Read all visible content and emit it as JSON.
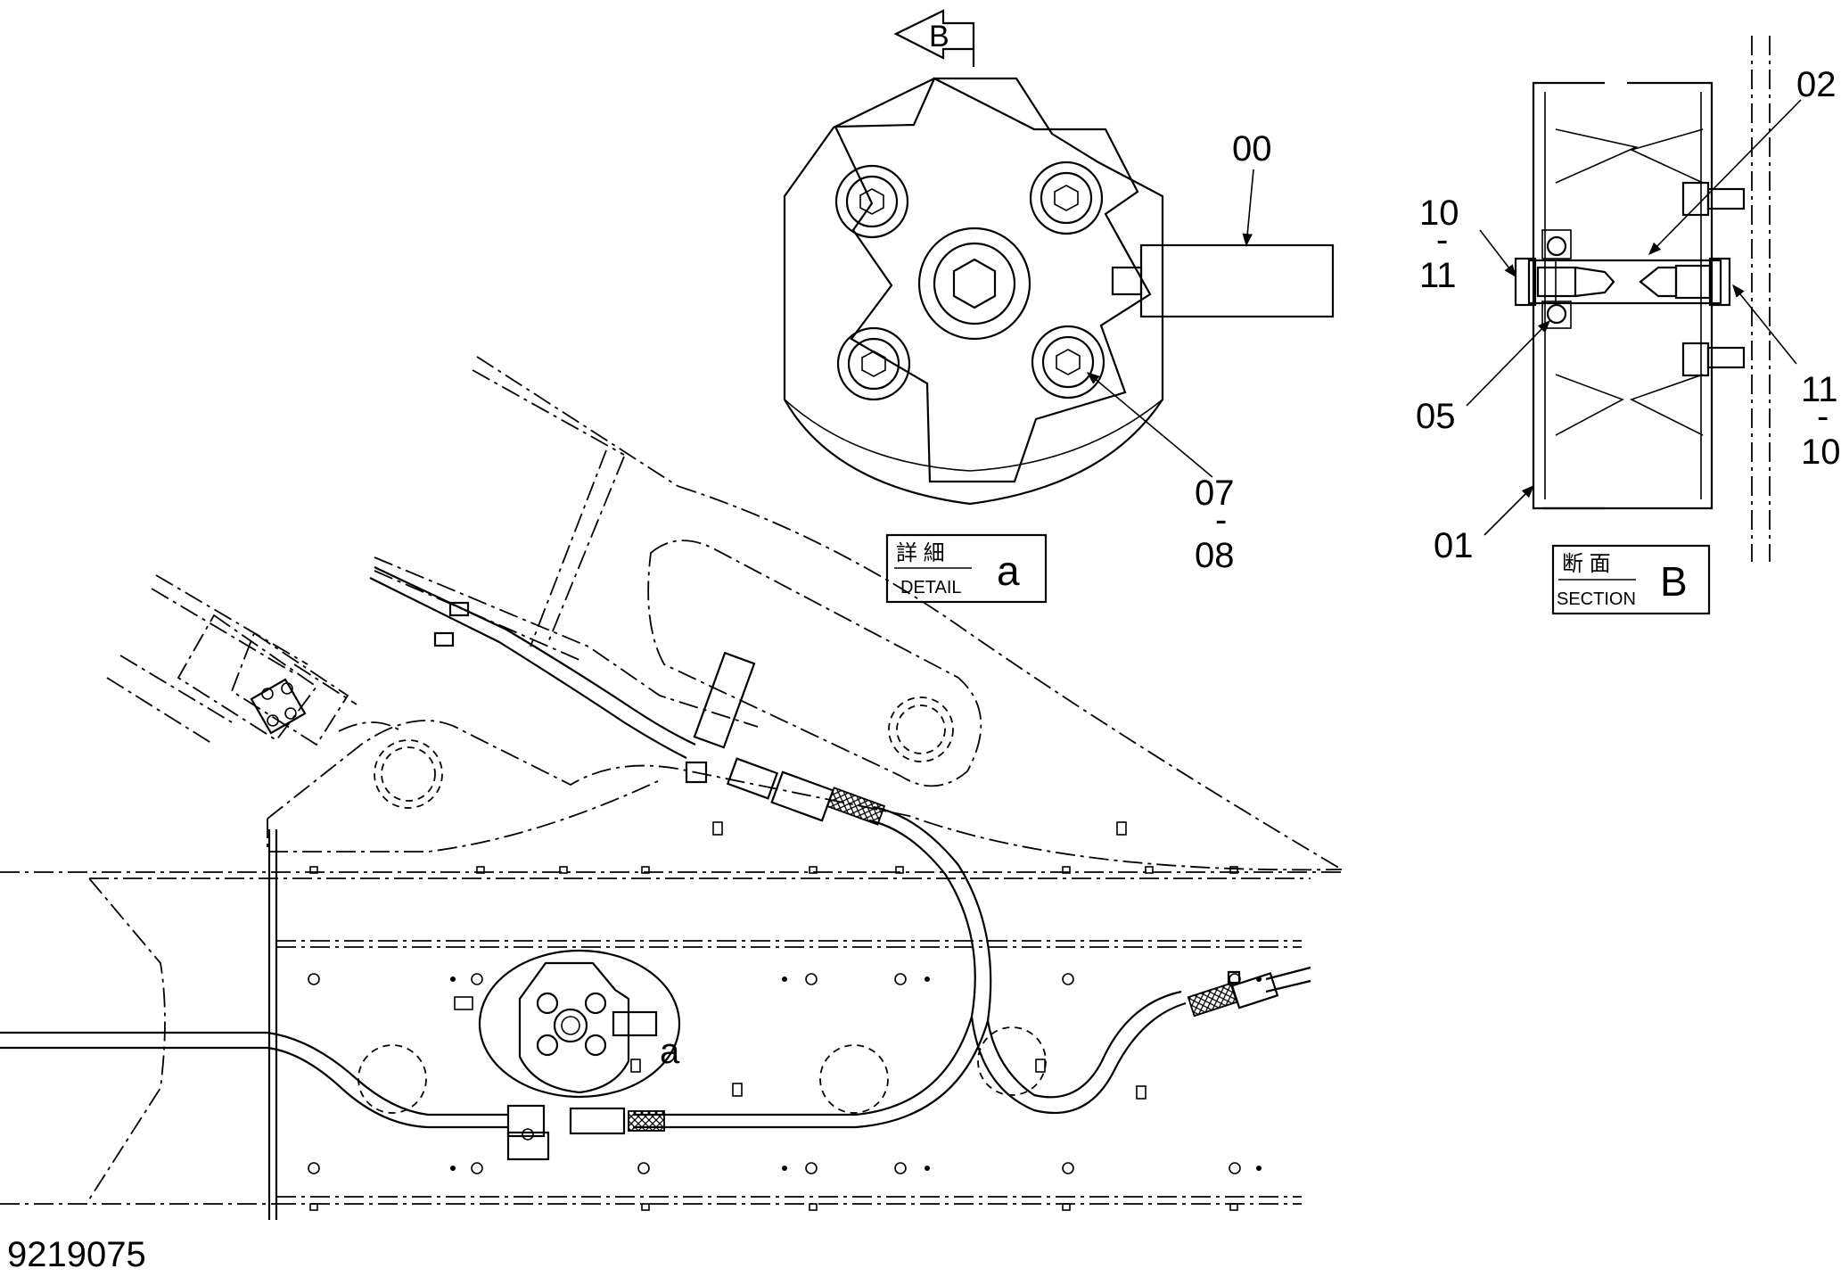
{
  "drawing_number": "9219075",
  "view_arrow": {
    "label": "B"
  },
  "detail_box": {
    "jp": "詳 細",
    "en": "DETAIL",
    "letter": "a"
  },
  "section_box": {
    "jp": "断 面",
    "en": "SECTION",
    "letter": "B"
  },
  "detail_ref_label": "a",
  "callouts": {
    "c00": "00",
    "c01": "01",
    "c02": "02",
    "c05": "05",
    "c07": "07",
    "c08": "08",
    "c10_left": "10",
    "c11_left": "11",
    "c11_right": "11",
    "c10_right": "10"
  },
  "range_dash": "-"
}
